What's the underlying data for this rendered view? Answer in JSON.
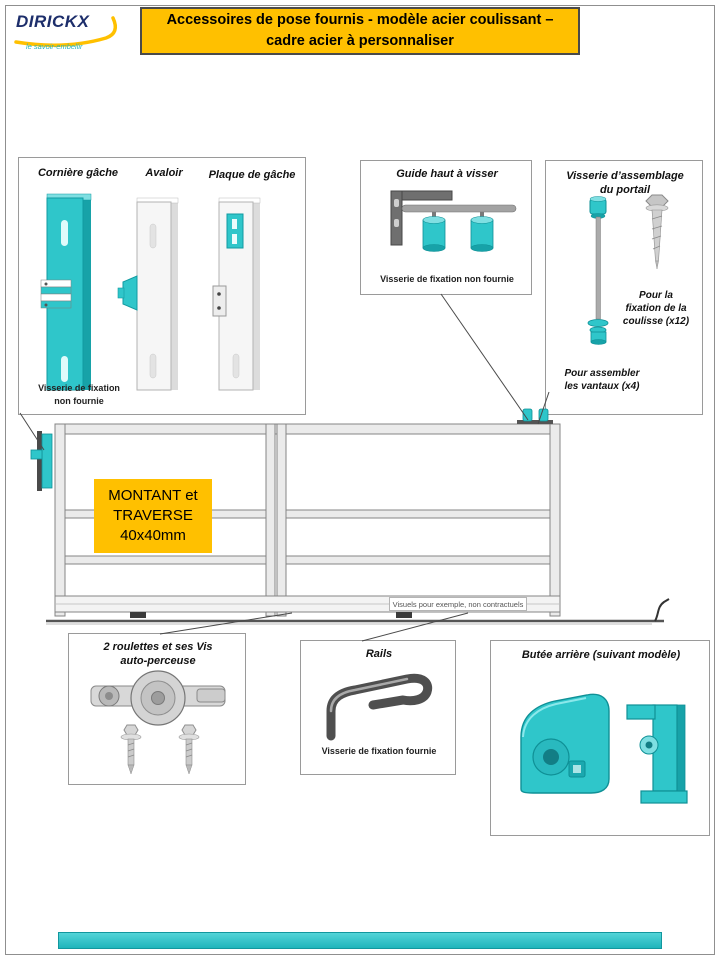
{
  "colors": {
    "teal": "#2fc6ca",
    "yellow": "#ffc000",
    "navy": "#1d2e6b"
  },
  "logo": {
    "brand": "DIRICKX",
    "tagline": "le savoir-embellir"
  },
  "title": {
    "line1": "Accessoires de pose fournis - modèle acier coulissant –",
    "line2": "cadre acier à personnaliser"
  },
  "callouts": {
    "latch_box": {
      "label_corniere": "Cornière gâche",
      "label_avaloir": "Avaloir",
      "label_plaque": "Plaque de gâche",
      "note_line1": "Visserie de fixation",
      "note_line2": "non fournie"
    },
    "guide_box": {
      "label": "Guide haut à visser",
      "note": "Visserie de fixation non fournie"
    },
    "hardware_box": {
      "label_line1": "Visserie  d’assemblage",
      "label_line2": "du portail",
      "note_coulisse_line1": "Pour la",
      "note_coulisse_line2": "fixation de la",
      "note_coulisse_line3": "coulisse (x12)",
      "note_vantaux_line1": "Pour assembler",
      "note_vantaux_line2": "les vantaux (x4)"
    },
    "roller_box": {
      "label_line1": "2 roulettes et ses Vis",
      "label_line2": "auto-perceuse"
    },
    "rail_box": {
      "label": "Rails",
      "note": "Visserie de fixation fournie"
    },
    "stop_box": {
      "label": "Butée arrière  (suivant modèle)"
    }
  },
  "gate": {
    "tag_line1": "MONTANT et",
    "tag_line2": "TRAVERSE",
    "tag_line3": "40x40mm",
    "disclaimer": "Visuels pour exemple, non contractuels"
  }
}
